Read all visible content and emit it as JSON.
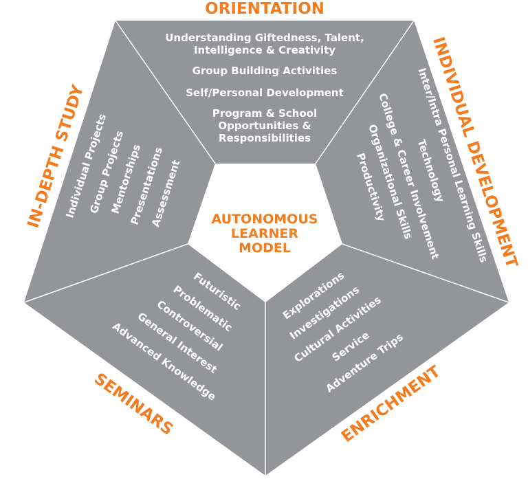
{
  "colors": {
    "segment": "#939598",
    "title": "#f47c20",
    "item": "#ffffff",
    "center": "#f47c20"
  },
  "center_label": [
    "AUTONOMOUS",
    "LEARNER",
    "MODEL"
  ],
  "sections": {
    "orientation": {
      "title": "ORIENTATION",
      "items": [
        "Understanding Giftedness, Talent,",
        "Intelligence & Creativity",
        "Group Building Activities",
        "Self/Personal Development",
        "Program & School",
        "Opportunities &",
        "Responsibilities"
      ]
    },
    "individual_development": {
      "title": "INDIVIDUAL DEVELOPMENT",
      "items": [
        "Inter/Intra Personal Learning Skills",
        "Technology",
        "College & Career Involvement",
        "Organizational Skills",
        "Productivity"
      ]
    },
    "enrichment": {
      "title": "ENRICHMENT",
      "items": [
        "Explorations",
        "Investigations",
        "Cultural Activities",
        "Service",
        "Adventure Trips"
      ]
    },
    "seminars": {
      "title": "SEMINARS",
      "items": [
        "Futuristic",
        "Problematic",
        "Controversial",
        "General Interest",
        "Advanced Knowledge"
      ]
    },
    "in_depth_study": {
      "title": "IN-DEPTH STUDY",
      "items": [
        "Individual Projects",
        "Group Projects",
        "Mentorships",
        "Presentations",
        "Assessment"
      ]
    }
  }
}
